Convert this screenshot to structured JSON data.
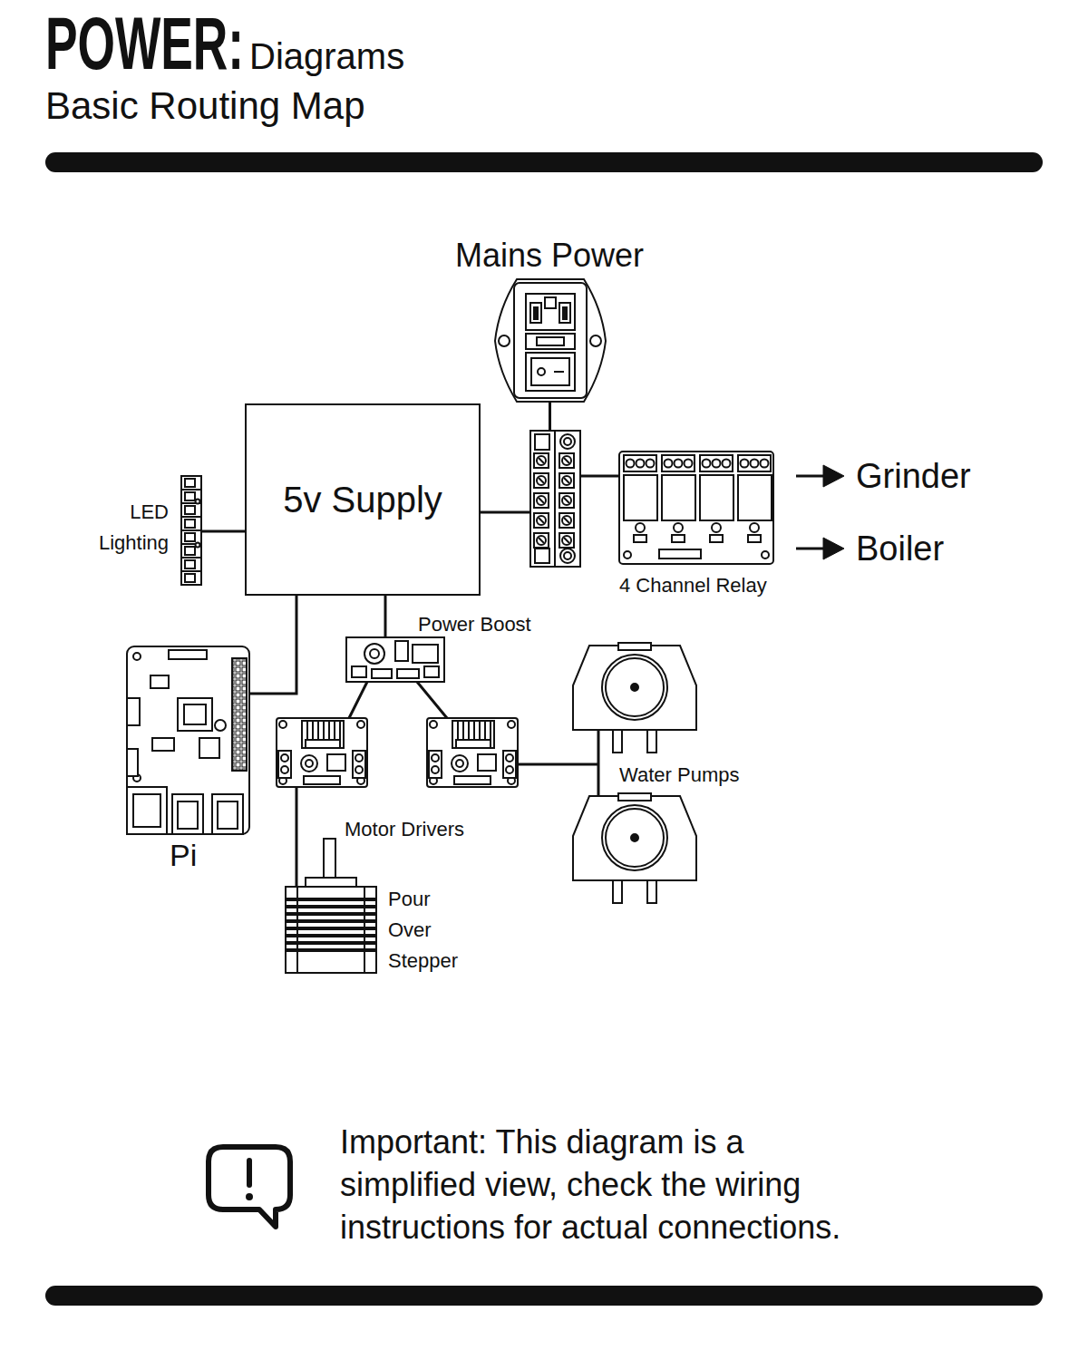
{
  "diagram": {
    "title": "POWER:",
    "caption": "Important: This diagram is a simplified view, check the wiring instructions for actual connections.",
    "nodes": [
      {
        "text": [
          "Mains Power"
        ]
      },
      {
        "text": [
          "LED Lighting"
        ]
      },
      {
        "text": [
          "5v Supply"
        ]
      },
      {
        "text": [
          "4 Channel Relay"
        ]
      },
      {
        "text": [
          "Power Boost"
        ]
      },
      {
        "text": [
          "Pi"
        ]
      },
      {
        "text": [
          "Motor Drivers"
        ]
      },
      {
        "text": [
          "Water Pumps"
        ]
      },
      {
        "text": [
          "Pour Over Stepper"
        ]
      }
    ],
    "edges": [
      {
        "from": 0,
        "to": 2,
        "arrow": "none"
      },
      {
        "from": 0,
        "to": 3,
        "arrow": "none"
      },
      {
        "from": 2,
        "to": 1,
        "arrow": "none"
      },
      {
        "from": 2,
        "to": 5,
        "arrow": "none"
      },
      {
        "from": 2,
        "to": 4,
        "arrow": "none"
      },
      {
        "from": 4,
        "to": 6,
        "arrow": "none"
      },
      {
        "from": 6,
        "to": 8,
        "arrow": "none"
      },
      {
        "from": 6,
        "to": 7,
        "arrow": "none"
      }
    ],
    "labels": [
      "Diagrams",
      "Basic Routing Map",
      "Grinder",
      "Boiler"
    ]
  }
}
